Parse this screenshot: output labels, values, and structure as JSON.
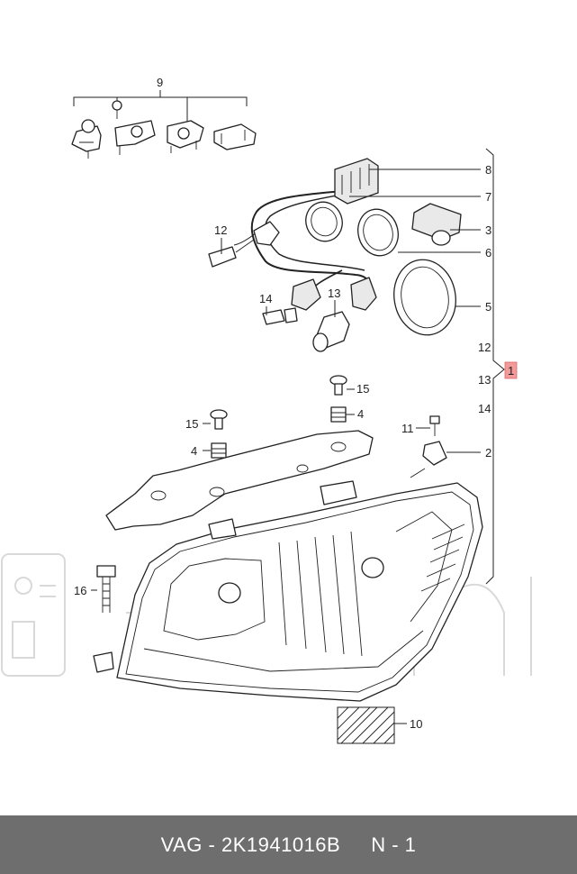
{
  "labels": {
    "l9": "9",
    "l8": "8",
    "l7": "7",
    "l3": "3",
    "l6": "6",
    "l5": "5",
    "l12a": "12",
    "l12b": "12",
    "l13a": "13",
    "l13b": "13",
    "l14a": "14",
    "l14b": "14",
    "l1": "1",
    "l15a": "15",
    "l15b": "15",
    "l4a": "4",
    "l4b": "4",
    "l11": "11",
    "l2": "2",
    "l16": "16",
    "l10": "10"
  },
  "footer": {
    "brand": "VAG",
    "sep": "-",
    "part_number": "2K1941016B",
    "position": "N - 1"
  },
  "colors": {
    "highlight": "#f29a9a",
    "footer_bg": "#6e6e6e",
    "watermark": "#d9d9d9"
  }
}
